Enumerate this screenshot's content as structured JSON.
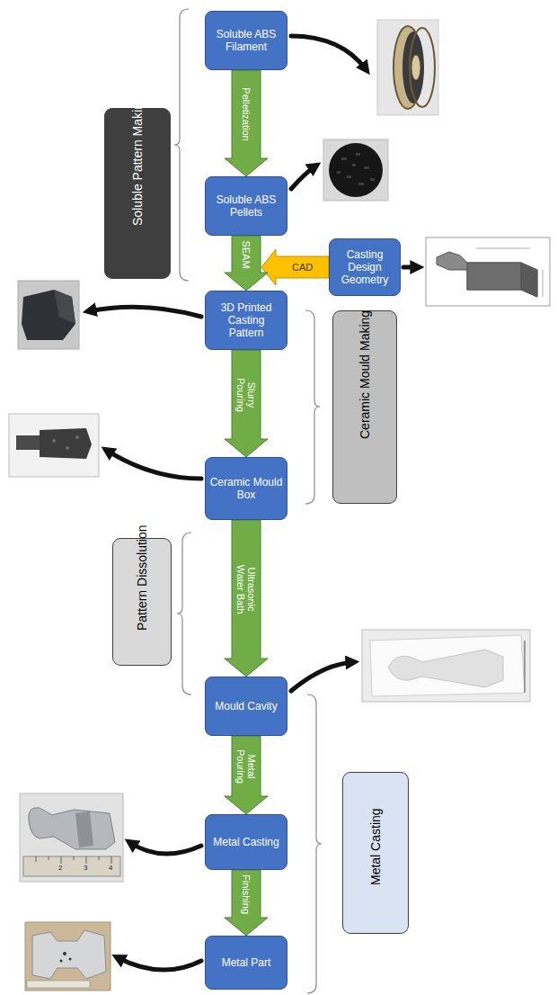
{
  "diagram": {
    "nodes": [
      {
        "text": [
          "Soluble ABS Filament"
        ]
      },
      {
        "text": [
          "Soluble ABS Pellets"
        ]
      },
      {
        "text": [
          "Casting Design Geometry"
        ]
      },
      {
        "text": [
          "3D Printed Casting Pattern"
        ]
      },
      {
        "text": [
          "Ceramic Mould Box"
        ]
      },
      {
        "text": [
          "Mould Cavity"
        ]
      },
      {
        "text": [
          "Metal Casting"
        ]
      },
      {
        "text": [
          "Metal Part"
        ]
      },
      {
        "text": [
          "Soluble Pattern Making"
        ]
      },
      {
        "text": [
          "Ceramic Mould Making"
        ]
      },
      {
        "text": [
          "Pattern Dissolution"
        ]
      },
      {
        "text": [
          "Metal Casting"
        ]
      }
    ],
    "edges": [
      {
        "from": 0,
        "to": 1,
        "arrow": "to",
        "label": "Pelletization"
      },
      {
        "from": 1,
        "to": 3,
        "arrow": "to",
        "label": "SEAM"
      },
      {
        "from": 2,
        "to": 3,
        "arrow": "to",
        "label": "CAD"
      },
      {
        "from": 3,
        "to": 4,
        "arrow": "to",
        "label": "Slurry Pouring"
      },
      {
        "from": 4,
        "to": 5,
        "arrow": "to",
        "label": "Ultrasonic Water Bath"
      },
      {
        "from": 5,
        "to": 6,
        "arrow": "to",
        "label": "Metal Pouring"
      },
      {
        "from": 6,
        "to": 7,
        "arrow": "to",
        "label": "Finishing"
      }
    ],
    "labels": [
      "2",
      "3",
      "4"
    ]
  }
}
